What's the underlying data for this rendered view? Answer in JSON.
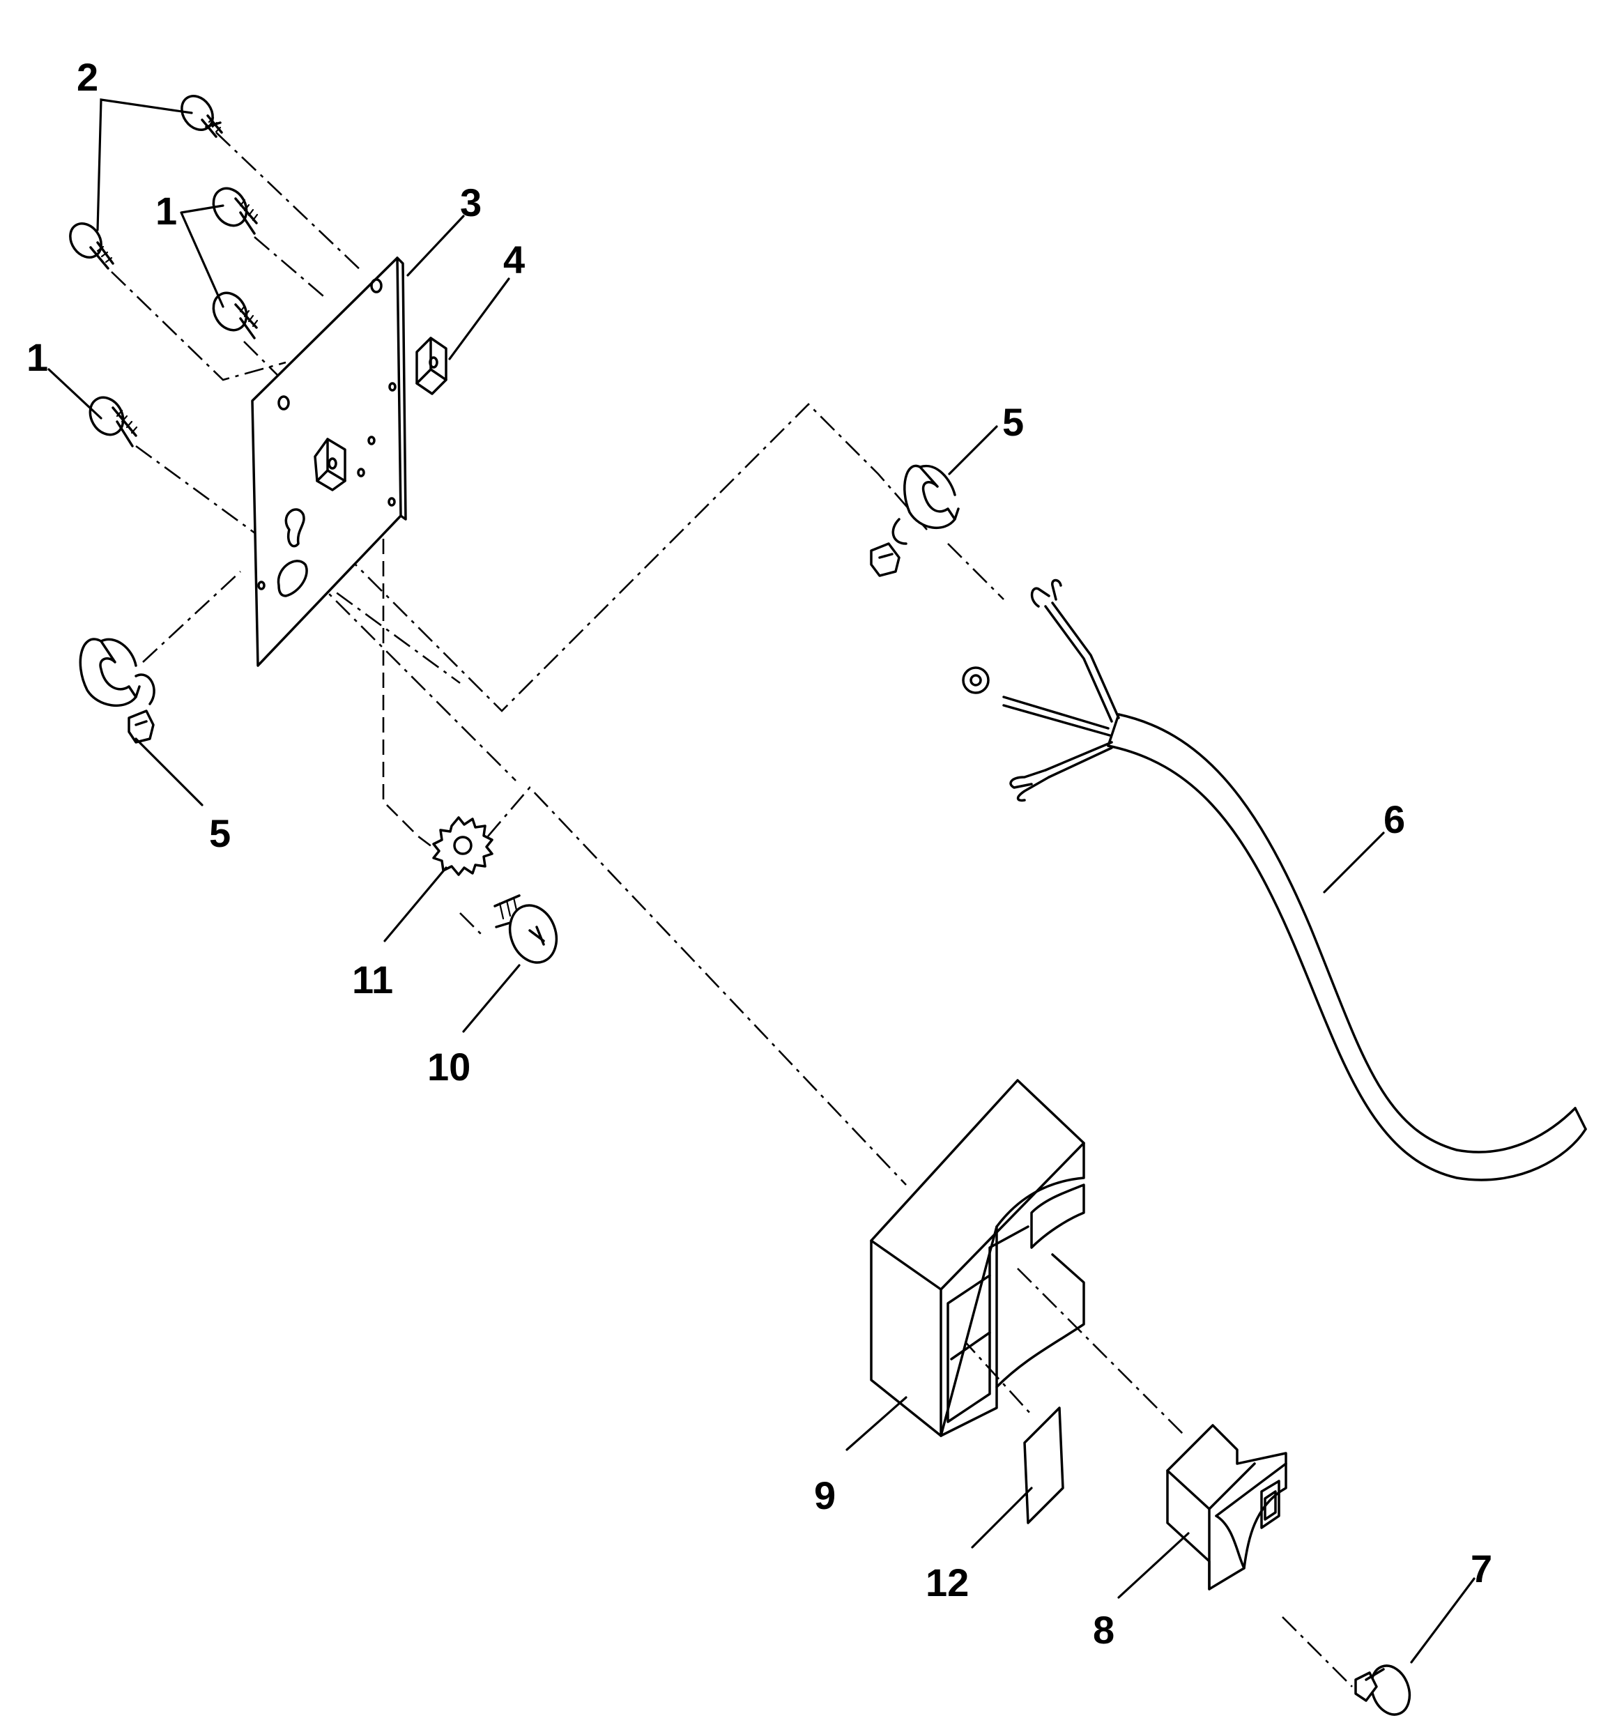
{
  "callouts": {
    "c2": "2",
    "c1a": "1",
    "c1b": "1",
    "c3": "3",
    "c4": "4",
    "c5a": "5",
    "c5b": "5",
    "c6": "6",
    "c7": "7",
    "c8": "8",
    "c9": "9",
    "c10": "10",
    "c11": "11",
    "c12": "12"
  }
}
